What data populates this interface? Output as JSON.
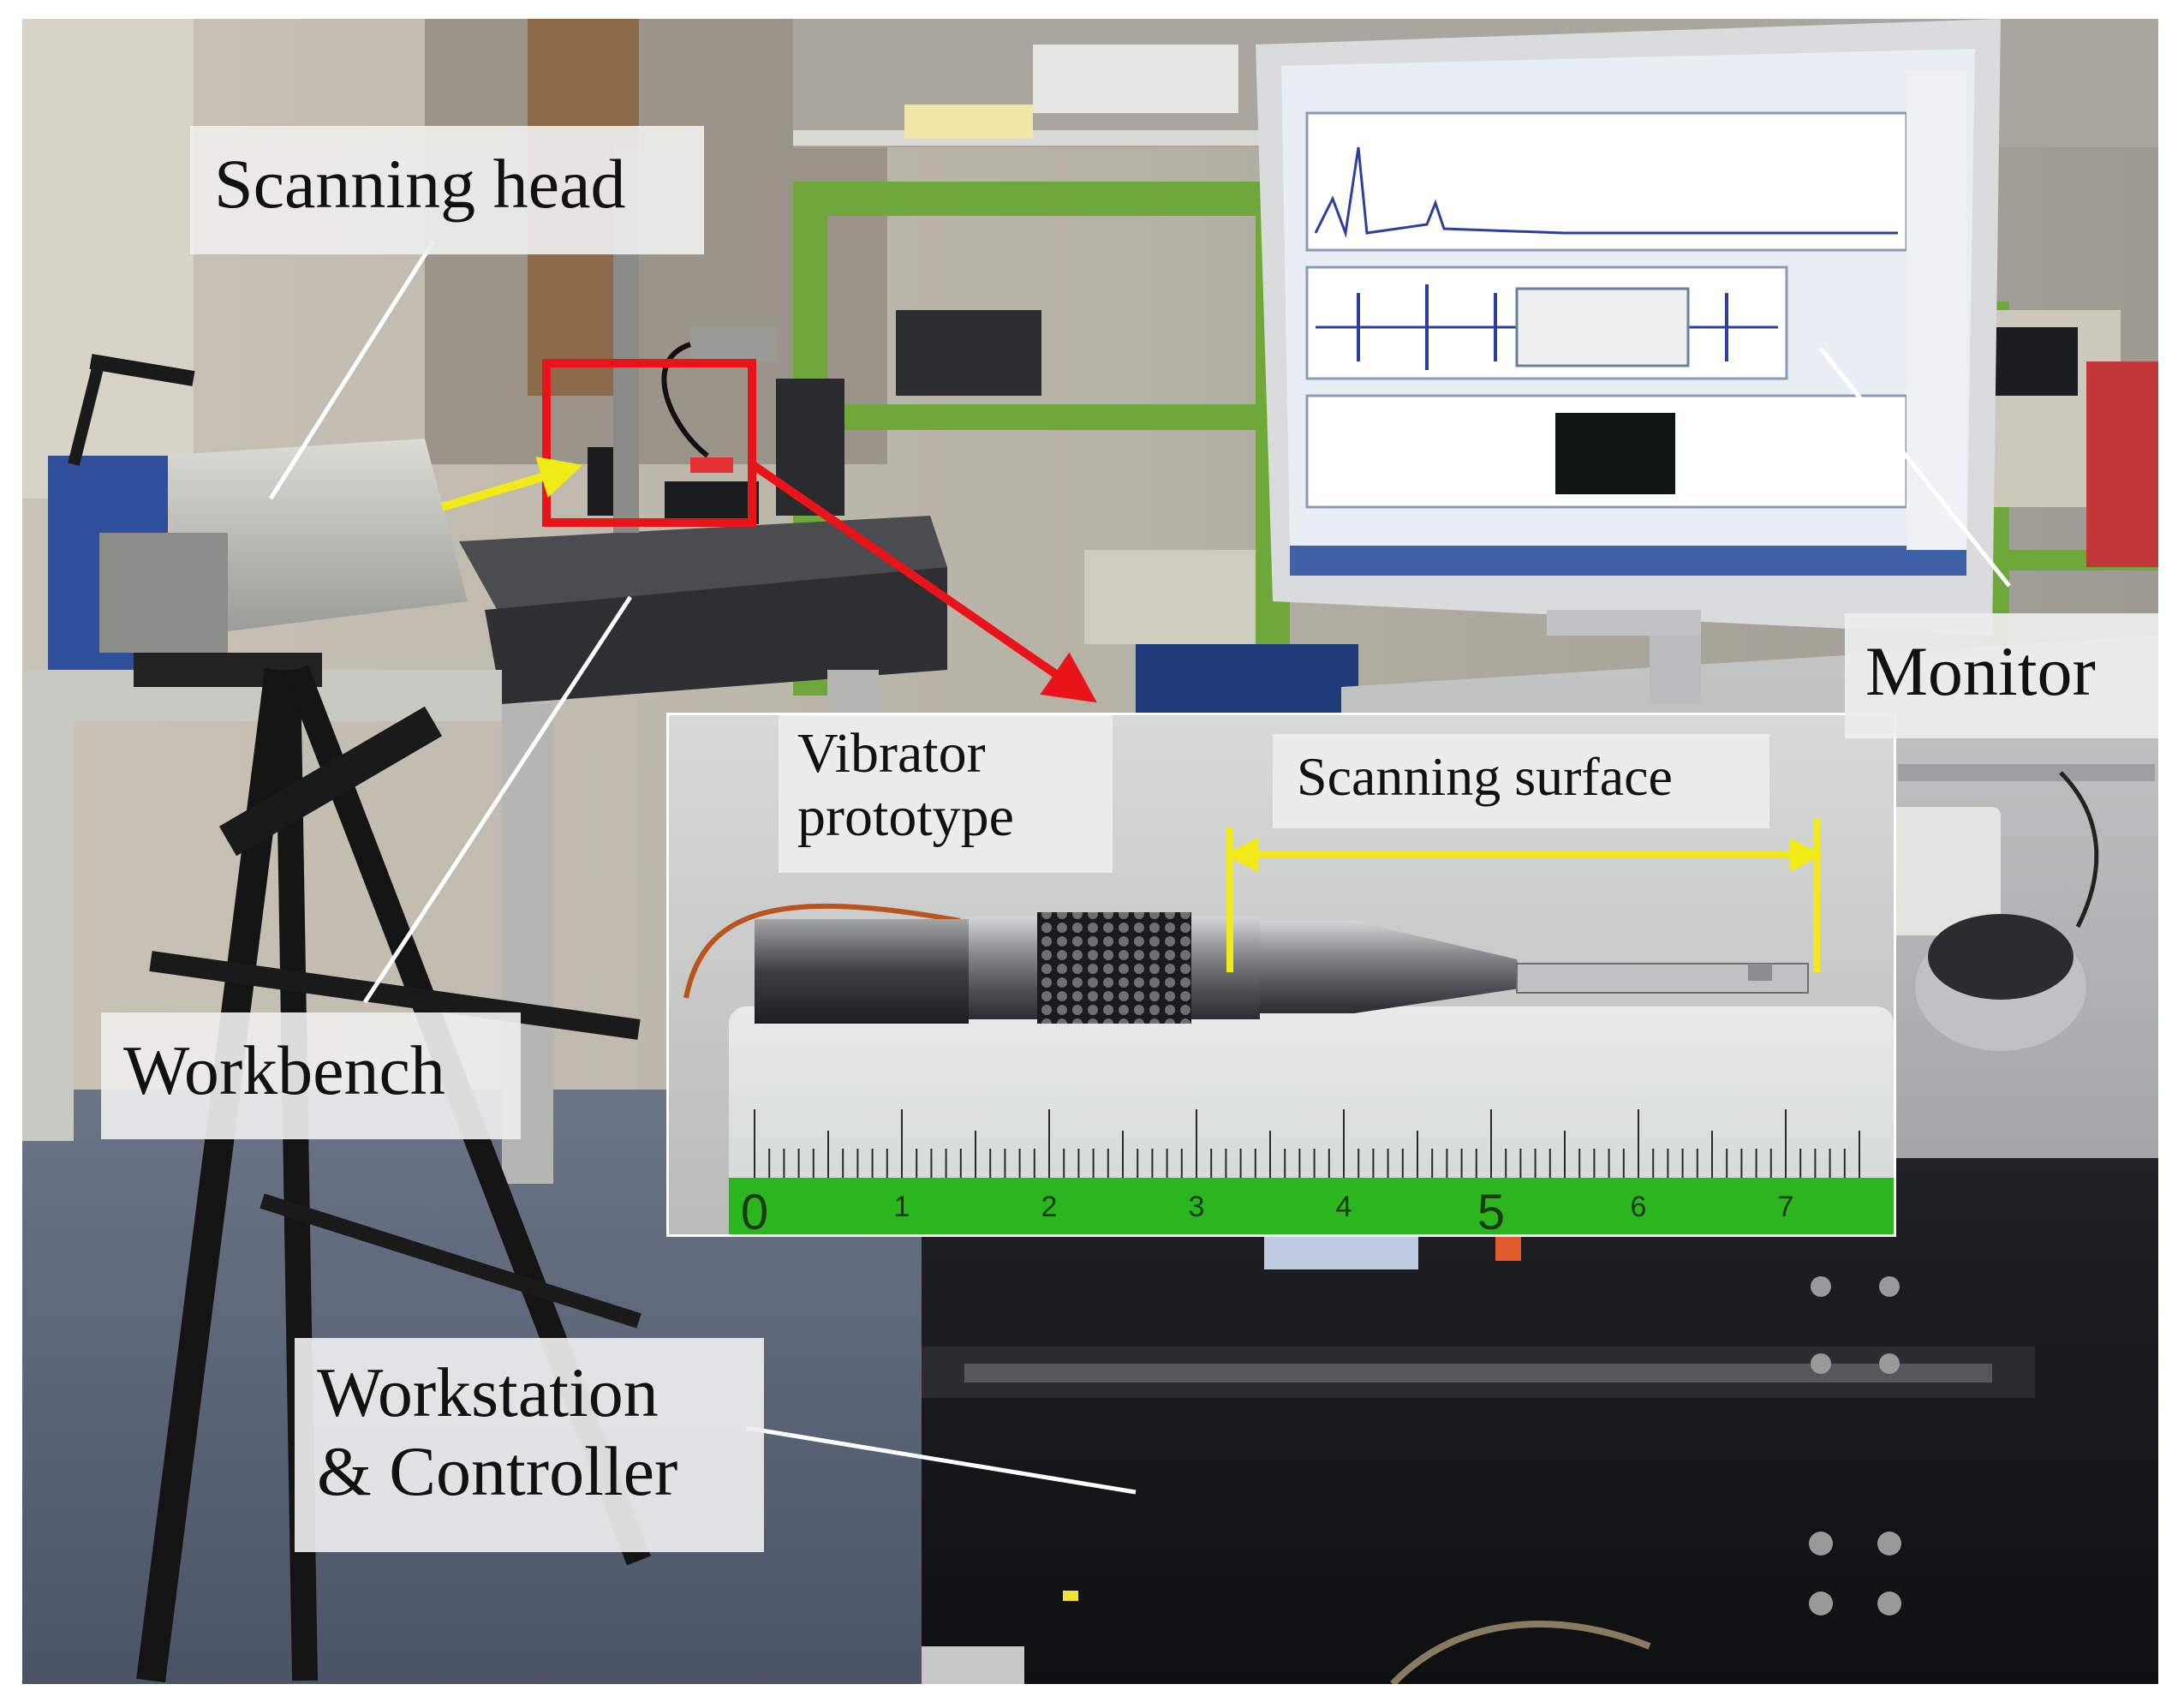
{
  "labels": {
    "scanning_head": "Scanning head",
    "workbench": "Workbench",
    "monitor": "Monitor",
    "workstation_line1": "Workstation",
    "workstation_line2": "& Controller",
    "vibrator_line1": "Vibrator",
    "vibrator_line2": "prototype",
    "scanning_surface": "Scanning surface"
  },
  "ruler": {
    "numbers": [
      "0",
      "1",
      "2",
      "3",
      "4",
      "5",
      "6",
      "7"
    ]
  },
  "colors": {
    "highlight_red": "#e8141a",
    "arrow_yellow": "#f2ea18",
    "ruler_green": "#2bb51e",
    "bench_green": "#6fa83a",
    "leader_white": "#ffffff"
  }
}
